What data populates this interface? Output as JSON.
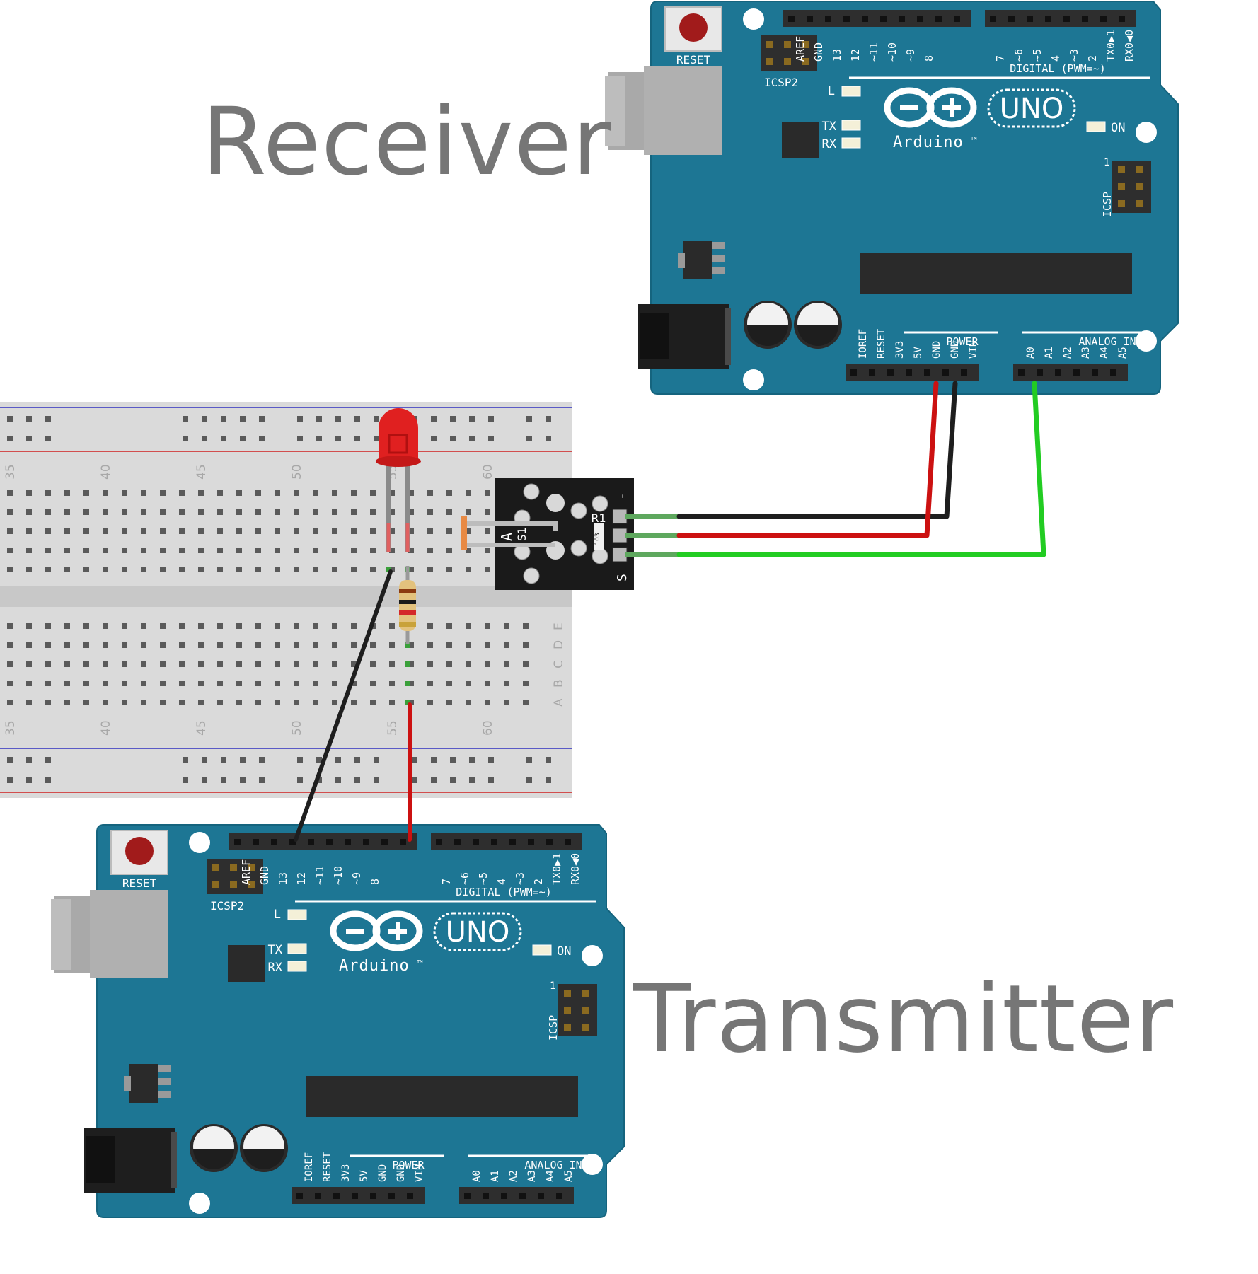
{
  "titles": {
    "receiver": "Receiver",
    "transmitter": "Transmitter"
  },
  "board": {
    "reset": "RESET",
    "icsp2": "ICSP2",
    "icsp": "ICSP",
    "icsp_pin1": "1",
    "digital": "DIGITAL (PWM=~)",
    "power": "POWER",
    "analog_in": "ANALOG IN",
    "led_l": "L",
    "tx": "TX",
    "rx": "RX",
    "on": "ON",
    "uno": "UNO",
    "arduino": "Arduino",
    "tm": "TM",
    "digital_pins": [
      "AREF",
      "GND",
      "13",
      "12",
      "~11",
      "~10",
      "~9",
      "8",
      "7",
      "~6",
      "~5",
      "4",
      "~3",
      "2",
      "TX0▶1",
      "RX0◀0"
    ],
    "power_pins": [
      "IOREF",
      "RESET",
      "3V3",
      "5V",
      "GND",
      "GND",
      "VIN"
    ],
    "analog_pins": [
      "A0",
      "A1",
      "A2",
      "A3",
      "A4",
      "A5"
    ]
  },
  "breadboard": {
    "top_numbers": [
      "35",
      "40",
      "45",
      "50",
      "55",
      "60"
    ],
    "bottom_numbers": [
      "35",
      "40",
      "45",
      "50",
      "55",
      "60"
    ],
    "row_letters": [
      "E",
      "D",
      "C",
      "B",
      "A"
    ]
  },
  "sensor_module": {
    "r1": "R1",
    "resistor_code": "103",
    "s1": "S1",
    "a": "A",
    "minus": "-",
    "s": "S"
  },
  "colors": {
    "board": "#1d7694",
    "board_edge": "#15647e",
    "header": "#2e2e2e",
    "wire_red": "#cc1111",
    "wire_black": "#1e1e1e",
    "wire_green": "#22cc22",
    "led": "#e02020",
    "breadboard": "#dadada",
    "title_gray": "#767676"
  }
}
